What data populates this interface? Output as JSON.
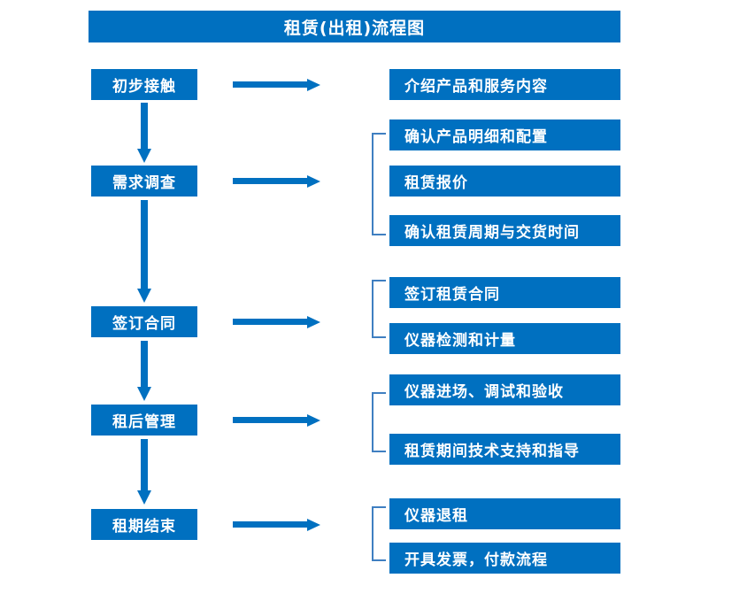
{
  "diagram": {
    "title": "租赁(出租)流程图",
    "colors": {
      "box_fill": "#0070c0",
      "box_text": "#ffffff",
      "arrow": "#0070c0",
      "bracket": "#3f7fc1",
      "background": "#ffffff"
    },
    "stages": [
      {
        "id": "stage-1",
        "label": "初步接触"
      },
      {
        "id": "stage-2",
        "label": "需求调查"
      },
      {
        "id": "stage-3",
        "label": "签订合同"
      },
      {
        "id": "stage-4",
        "label": "租后管理"
      },
      {
        "id": "stage-5",
        "label": "租期结束"
      }
    ],
    "detail_groups": [
      {
        "id": "group-1",
        "stage": "初步接触",
        "bracket": false,
        "items": [
          {
            "label": "介绍产品和服务内容"
          }
        ]
      },
      {
        "id": "group-2",
        "stage": "需求调查",
        "bracket": true,
        "items": [
          {
            "label": "确认产品明细和配置"
          },
          {
            "label": "租赁报价"
          },
          {
            "label": "确认租赁周期与交货时间"
          }
        ]
      },
      {
        "id": "group-3",
        "stage": "签订合同",
        "bracket": true,
        "items": [
          {
            "label": "签订租赁合同"
          },
          {
            "label": "仪器检测和计量"
          }
        ]
      },
      {
        "id": "group-4",
        "stage": "租后管理",
        "bracket": true,
        "items": [
          {
            "label": "仪器进场、调试和验收"
          },
          {
            "label": "租赁期间技术支持和指导"
          }
        ]
      },
      {
        "id": "group-5",
        "stage": "租期结束",
        "bracket": true,
        "items": [
          {
            "label": "仪器退租"
          },
          {
            "label": "开具发票，付款流程"
          }
        ]
      }
    ],
    "connectors": {
      "horizontal_arrows": 5,
      "vertical_arrows": 4,
      "arrow_icon": "arrow-right-icon",
      "down_arrow_icon": "arrow-down-icon",
      "bracket_icon": "bracket-left-icon"
    }
  }
}
